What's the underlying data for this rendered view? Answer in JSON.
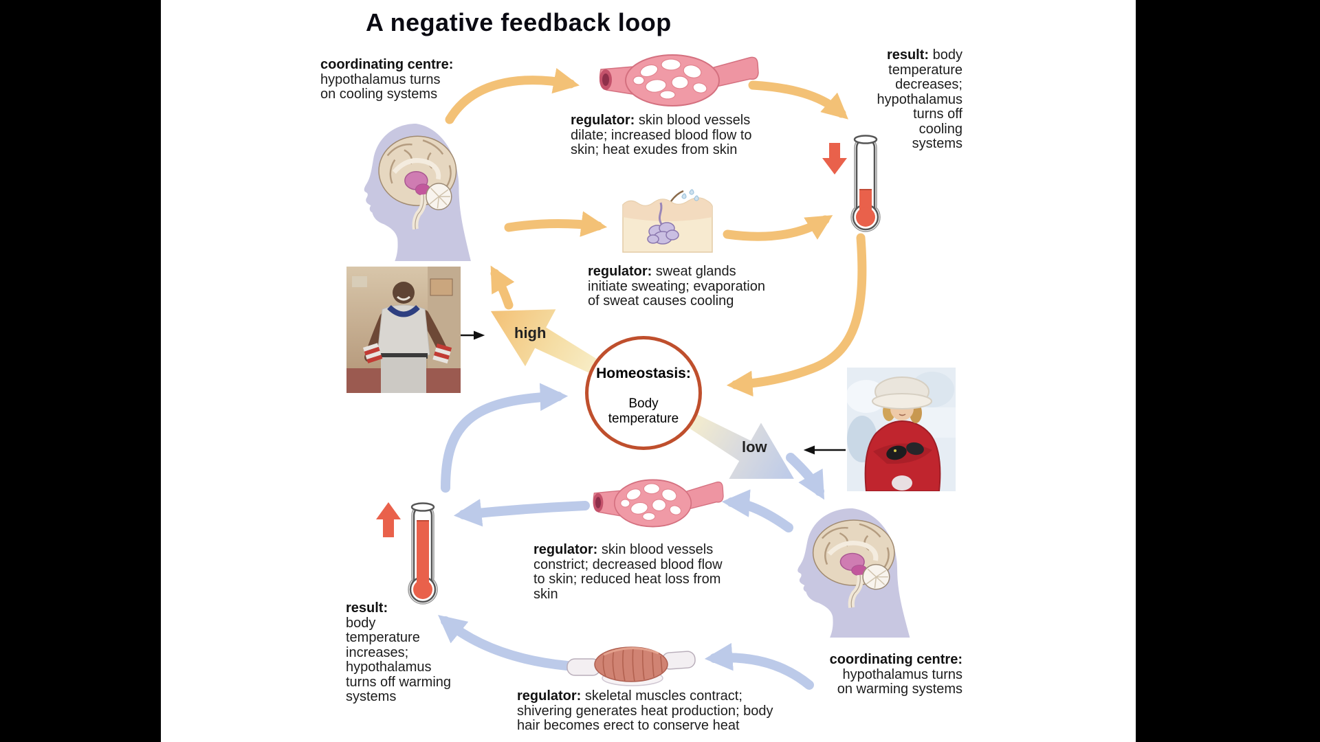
{
  "title": "A negative feedback loop",
  "labels": {
    "cooling_centre": {
      "bold": "coordinating centre:",
      "rest": "\nhypothalamus turns\non cooling systems"
    },
    "regulator_dilate": {
      "bold": "regulator:",
      "rest": " skin blood vessels\ndilate; increased blood flow to\nskin; heat exudes from skin"
    },
    "result_cooling": {
      "bold": "result:",
      "rest": " body\ntemperature\ndecreases;\nhypothalamus\nturns off\ncooling\nsystems"
    },
    "regulator_sweat": {
      "bold": "regulator:",
      "rest": " sweat glands\ninitiate sweating; evaporation\nof sweat causes cooling"
    },
    "high_label": "high",
    "homeostasis": {
      "bold": "Homeostasis:",
      "rest": "\nBody\ntemperature"
    },
    "low_label": "low",
    "regulator_constrict": {
      "bold": "regulator:",
      "rest": " skin blood vessels\nconstrict; decreased blood flow\nto skin; reduced heat loss from\nskin"
    },
    "warming_centre": {
      "bold": "coordinating centre:",
      "rest": "\nhypothalamus turns\non warming systems"
    },
    "result_warming": {
      "bold": "result:",
      "rest": "\nbody\ntemperature\nincreases;\nhypothalamus\nturns off warming\nsystems"
    },
    "regulator_skeletal": {
      "bold": "regulator:",
      "rest": " skeletal muscles contract;\nshivering generates heat production; body\nhair becomes erect to conserve heat"
    }
  },
  "colors": {
    "cooling_arrow_orange": "#f3c176",
    "warming_arrow_blue": "#bccae9",
    "temperature_red": "#e9614b",
    "homeostasis_circle_border": "#bf4f2d",
    "head_silhouette": "#c8c7e1",
    "vessel_pink": "#f09aa6",
    "background": "#ffffff",
    "letterbox": "#000000"
  }
}
